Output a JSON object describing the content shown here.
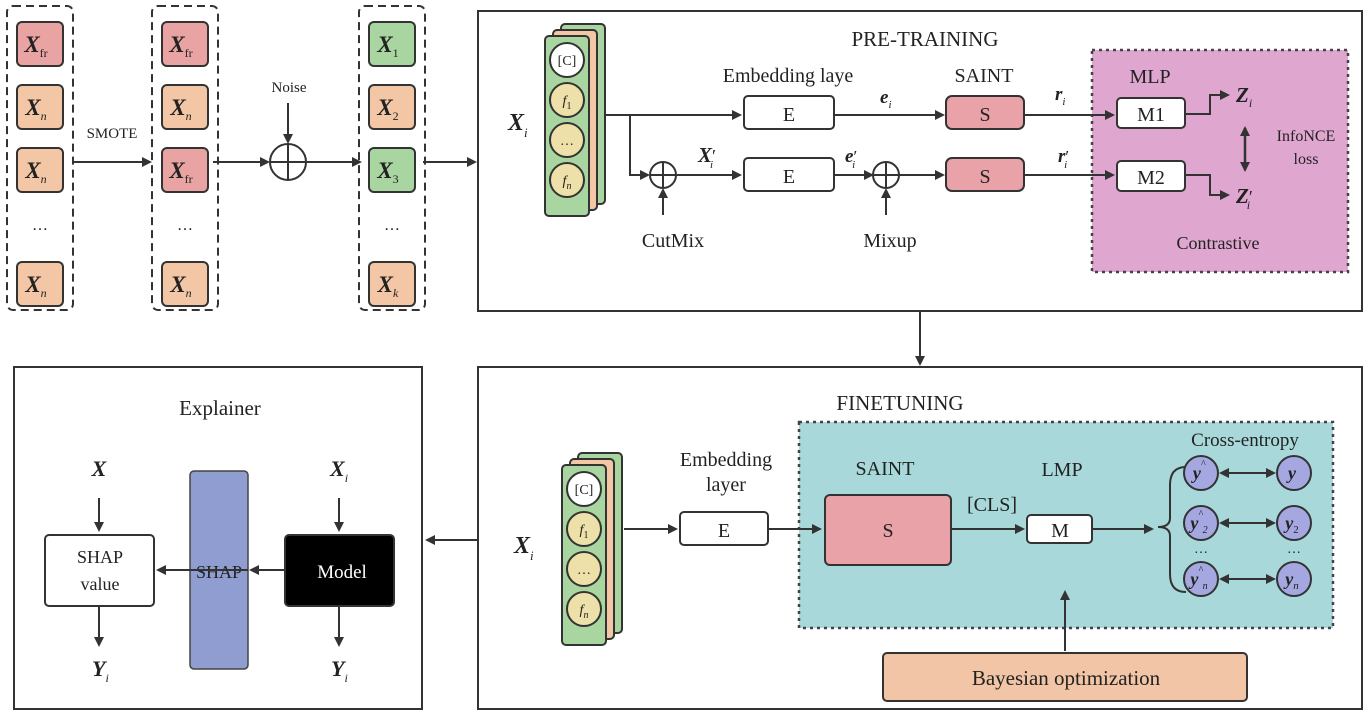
{
  "data_prep": {
    "column1": [
      {
        "base": "X",
        "sub": "fr",
        "kind": "fraud"
      },
      {
        "base": "X",
        "sub": "n",
        "kind": "normal"
      },
      {
        "base": "X",
        "sub": "n",
        "kind": "normal"
      },
      {
        "base": "…",
        "sub": "",
        "kind": "ellipsis"
      },
      {
        "base": "X",
        "sub": "n",
        "kind": "normal"
      }
    ],
    "column2": [
      {
        "base": "X",
        "sub": "fr",
        "kind": "fraud"
      },
      {
        "base": "X",
        "sub": "n",
        "kind": "normal"
      },
      {
        "base": "X",
        "sub": "fr",
        "kind": "fraud"
      },
      {
        "base": "…",
        "sub": "",
        "kind": "ellipsis"
      },
      {
        "base": "X",
        "sub": "n",
        "kind": "normal"
      }
    ],
    "column3": [
      {
        "base": "X",
        "sub": "1",
        "kind": "green"
      },
      {
        "base": "X",
        "sub": "2",
        "kind": "normal"
      },
      {
        "base": "X",
        "sub": "3",
        "kind": "green"
      },
      {
        "base": "…",
        "sub": "",
        "kind": "ellipsis"
      },
      {
        "base": "X",
        "sub": "k",
        "kind": "normal"
      }
    ],
    "smote_label": "SMOTE",
    "noise_label": "Noise"
  },
  "pretraining": {
    "title": "PRE-TRAINING",
    "input_label": {
      "base": "X",
      "sub": "i"
    },
    "token_stack": [
      "[C]",
      "f1",
      "…",
      "fn"
    ],
    "embedding_label": "Embedding laye",
    "saint_label": "SAINT",
    "mlp_label": "MLP",
    "e_box": "E",
    "s_box": "S",
    "m1_box": "M1",
    "m2_box": "M2",
    "e_i": {
      "base": "e",
      "sub": "i"
    },
    "e_i_prime": {
      "base": "e",
      "sub": "i",
      "prime": "′"
    },
    "x_i_prime": {
      "base": "X",
      "sub": "i",
      "prime": "′"
    },
    "r_i": {
      "base": "r",
      "sub": "i"
    },
    "r_i_prime": {
      "base": "r",
      "sub": "i",
      "prime": "′"
    },
    "z_i": {
      "base": "Z",
      "sub": "i"
    },
    "z_i_prime": {
      "base": "Z",
      "sub": "i",
      "prime": "′"
    },
    "cutmix_label": "CutMix",
    "mixup_label": "Mixup",
    "infonce_line1": "InfoNCE",
    "infonce_line2": "loss",
    "contrastive_label": "Contrastive"
  },
  "finetuning": {
    "title": "FINETUNING",
    "input_label": {
      "base": "X",
      "sub": "i"
    },
    "token_stack": [
      "[C]",
      "f1",
      "…",
      "fn"
    ],
    "embedding_line1": "Embedding",
    "embedding_line2": "layer",
    "e_box": "E",
    "saint_label": "SAINT",
    "s_box": "S",
    "cls_label": "[CLS]",
    "lmp_label": "LMP",
    "m_box": "M",
    "cross_entropy_label": "Cross-entropy",
    "pred_nodes": [
      {
        "base": "y",
        "sub": "",
        "hat": "^"
      },
      {
        "base": "y",
        "sub": "2",
        "hat": "^"
      },
      {
        "base": "y",
        "sub": "n",
        "hat": "^"
      }
    ],
    "true_nodes": [
      {
        "base": "y",
        "sub": ""
      },
      {
        "base": "y",
        "sub": "2"
      },
      {
        "base": "y",
        "sub": "n"
      }
    ],
    "ellipsis": "…",
    "bayes_label": "Bayesian optimization"
  },
  "explainer": {
    "title": "Explainer",
    "x_label": "X",
    "xi_label": {
      "base": "X",
      "sub": "i"
    },
    "shap_value_line1": "SHAP",
    "shap_value_line2": "value",
    "shap_bar_label": "SHAP",
    "model_label": "Model",
    "y_left": {
      "base": "Y",
      "sub": "i"
    },
    "y_right": {
      "base": "Y",
      "sub": "i"
    }
  },
  "colors": {
    "fraud": "#e9a3a3",
    "normal": "#f3c6a5",
    "green": "#a9d5a0",
    "pink_region": "#dfa6cf",
    "teal_region": "#a8d8da",
    "saint": "#e9a3a8",
    "token_yellow": "#ede0a8",
    "shap_bar": "#8f9dd0",
    "node_purple": "#a5a8e0",
    "bayes": "#f2c5a6"
  }
}
